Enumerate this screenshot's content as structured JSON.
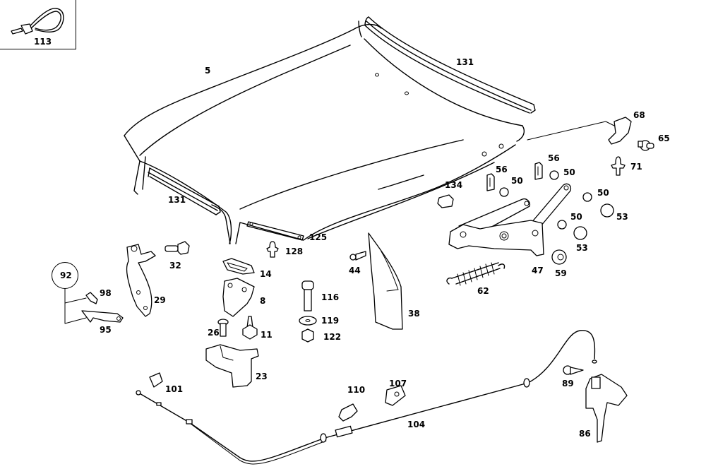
{
  "diagram": {
    "title": "Hood, hood hinge, hood lock and release cable - exploded parts view",
    "inset": {
      "part": "113",
      "icon": "cable-tie-icon"
    },
    "callout_group": {
      "part": "92",
      "members": [
        "98",
        "95"
      ]
    },
    "labels": {
      "p113": "113",
      "p5": "5",
      "p131_top": "131",
      "p131_left": "131",
      "p68": "68",
      "p65": "65",
      "p71": "71",
      "p56_a": "56",
      "p50_a": "50",
      "p56_b": "56",
      "p50_b": "50",
      "p134": "134",
      "p50_c": "50",
      "p53_a": "53",
      "p50_d": "50",
      "p53_b": "53",
      "p47": "47",
      "p59": "59",
      "p62": "62",
      "p125": "125",
      "p128": "128",
      "p32": "32",
      "p92": "92",
      "p98": "98",
      "p29": "29",
      "p95": "95",
      "p14": "14",
      "p8": "8",
      "p26": "26",
      "p11": "11",
      "p23": "23",
      "p116": "116",
      "p119": "119",
      "p122": "122",
      "p44": "44",
      "p38": "38",
      "p101": "101",
      "p110": "110",
      "p107": "107",
      "p104": "104",
      "p89": "89",
      "p86": "86"
    }
  }
}
